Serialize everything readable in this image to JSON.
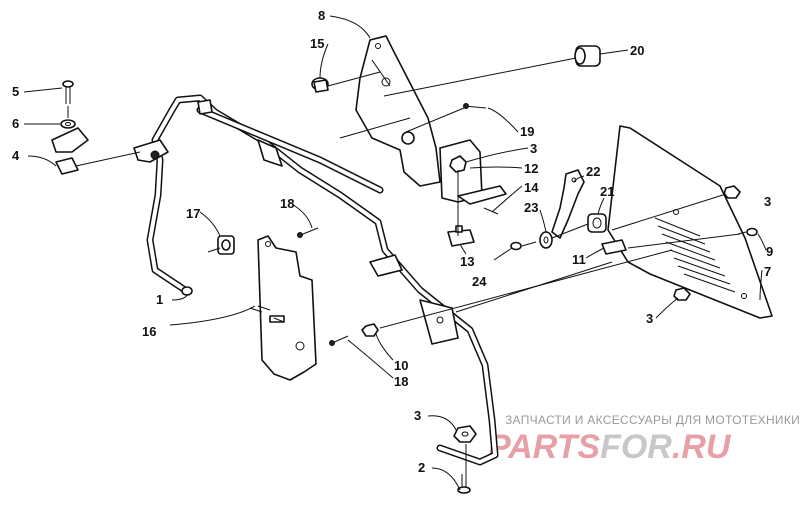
{
  "callouts": [
    {
      "id": "1",
      "label": "1"
    },
    {
      "id": "2",
      "label": "2"
    },
    {
      "id": "3a",
      "label": "3"
    },
    {
      "id": "3b",
      "label": "3"
    },
    {
      "id": "3c",
      "label": "3"
    },
    {
      "id": "3d",
      "label": "3"
    },
    {
      "id": "4",
      "label": "4"
    },
    {
      "id": "5",
      "label": "5"
    },
    {
      "id": "6",
      "label": "6"
    },
    {
      "id": "7",
      "label": "7"
    },
    {
      "id": "8",
      "label": "8"
    },
    {
      "id": "9",
      "label": "9"
    },
    {
      "id": "10",
      "label": "10"
    },
    {
      "id": "11",
      "label": "11"
    },
    {
      "id": "12",
      "label": "12"
    },
    {
      "id": "13",
      "label": "13"
    },
    {
      "id": "14",
      "label": "14"
    },
    {
      "id": "15",
      "label": "15"
    },
    {
      "id": "16",
      "label": "16"
    },
    {
      "id": "17",
      "label": "17"
    },
    {
      "id": "18a",
      "label": "18"
    },
    {
      "id": "18b",
      "label": "18"
    },
    {
      "id": "19",
      "label": "19"
    },
    {
      "id": "20",
      "label": "20"
    },
    {
      "id": "21",
      "label": "21"
    },
    {
      "id": "22",
      "label": "22"
    },
    {
      "id": "23",
      "label": "23"
    },
    {
      "id": "24",
      "label": "24"
    }
  ],
  "watermark": {
    "tagline": "ЗАПЧАСТИ И АКСЕССУАРЫ ДЛЯ МОТОТЕХНИКИ",
    "logo_left": "PARTS",
    "logo_mid": "FOR",
    "logo_right": ".RU",
    "logo_color": "#e8a0a8",
    "logo_mid_color": "#c8c8c8"
  }
}
